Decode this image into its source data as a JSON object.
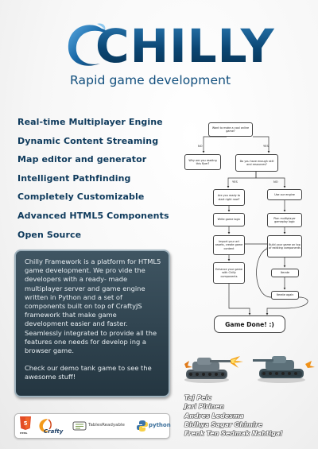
{
  "header": {
    "title": "CHILLY",
    "tagline": "Rapid game development"
  },
  "features": [
    "Real-time Multiplayer Engine",
    "Dynamic Content Streaming",
    "Map editor and generator",
    "Intelligent Pathfinding",
    "Completely Customizable",
    "Advanced HTML5 Components",
    "Open Source"
  ],
  "description": {
    "paragraph1": "Chilly Framework is a platform for HTML5 game development. We pro vide the developers with a ready- made multiplayer server and game engine written in Python and a set of components built on top of CraftyJS framework that make game development easier and faster. Seamlessly integrated to provide all the features one needs for develop ing a browser game.",
    "paragraph2": "Check our demo tank game to see the awesome stuff!"
  },
  "flowchart": {
    "start": "Want to make a cool online game?",
    "no_label": "NO",
    "yes_label": "YES",
    "no_box": "Why are you reading this flyer?",
    "yes_box": "Do you have enough skill and resources?",
    "yes2_label": "YES",
    "no2_label": "NO",
    "left1": "Are you ready to start right now?",
    "left2": "Write game logic",
    "left3": "Import your art assets, create game content",
    "left4": "Enhance your game with Chilly components",
    "right1": "Use our engine",
    "right2": "Plan multiplayer gameplay logic",
    "right3": "Build your game on top of existing components",
    "right4": "Iterate",
    "right5": "Iterate again",
    "done": "Game Done! :)"
  },
  "authors": [
    "Taj Pelc",
    "Jari Pirinen",
    "Andres Ledesma",
    "Bidhya Sagar Ghimire",
    "Frenk Ten Sedmak Nahtigal"
  ],
  "logos": {
    "html5": "HTML",
    "crafty": "Crafty",
    "tables": "TablesReadyable",
    "python": "python"
  },
  "colors": {
    "brand_blue": "#0d4c7a",
    "desc_bg": "#2f434f",
    "feature_text": "#0e3a5c"
  }
}
